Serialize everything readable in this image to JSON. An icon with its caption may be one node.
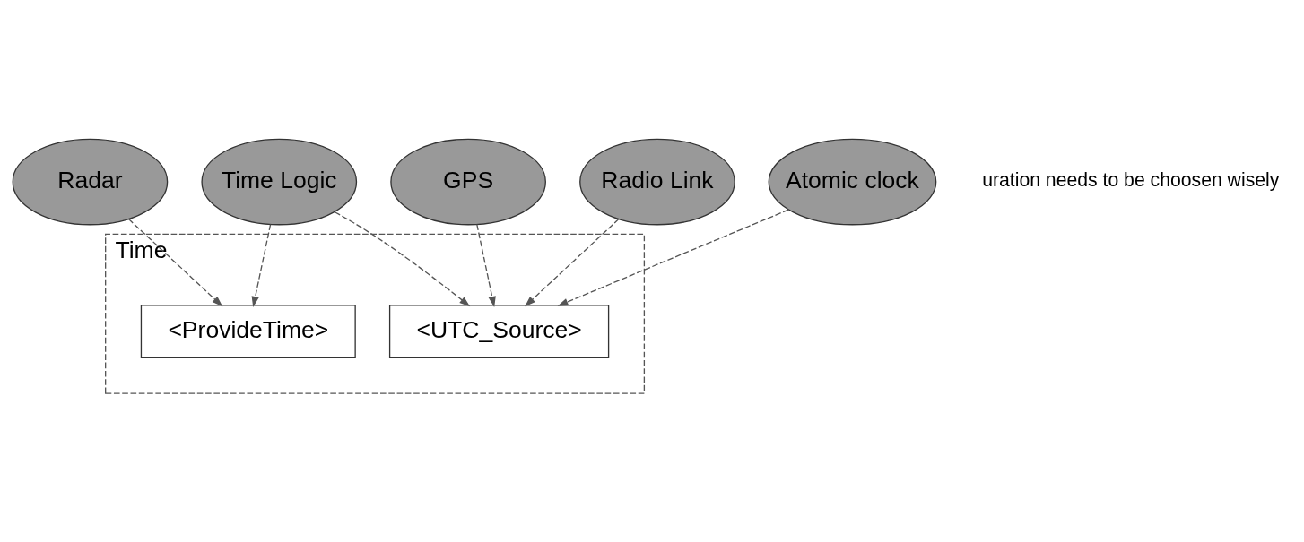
{
  "diagram": {
    "nodes": [
      {
        "text": [
          "Time"
        ]
      },
      {
        "text": [
          "<ProvideTime>"
        ],
        "in": 0
      },
      {
        "text": [
          "<UTC_Source>"
        ],
        "in": 0
      },
      {
        "text": [
          "Radar"
        ]
      },
      {
        "text": [
          "Time Logic"
        ]
      },
      {
        "text": [
          "GPS"
        ]
      },
      {
        "text": [
          "Radio Link"
        ]
      },
      {
        "text": [
          "Atomic clock"
        ]
      }
    ],
    "edges": [
      {
        "from": 3,
        "to": 1,
        "arrow": "to",
        "style": "dashed"
      },
      {
        "from": 4,
        "to": 1,
        "arrow": "to",
        "style": "dashed"
      },
      {
        "from": 4,
        "to": 2,
        "arrow": "to",
        "style": "dashed"
      },
      {
        "from": 5,
        "to": 2,
        "arrow": "to",
        "style": "dashed"
      },
      {
        "from": 6,
        "to": 2,
        "arrow": "to",
        "style": "dashed"
      },
      {
        "from": 7,
        "to": 2,
        "arrow": "to",
        "style": "dashed"
      }
    ],
    "labels": [
      "uration needs to be choosen wisely"
    ]
  }
}
